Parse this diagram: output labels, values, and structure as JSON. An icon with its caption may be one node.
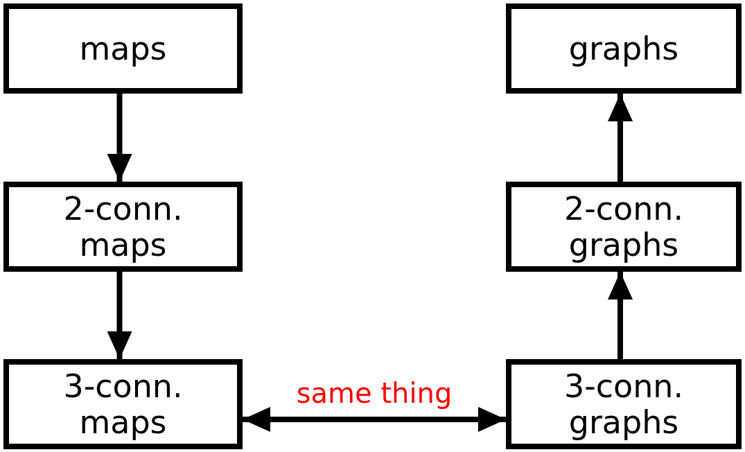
{
  "diagram": {
    "nodes": [
      {
        "text": [
          "maps"
        ]
      },
      {
        "text": [
          "2-conn. maps"
        ]
      },
      {
        "text": [
          "3-conn. maps"
        ]
      },
      {
        "text": [
          "graphs"
        ]
      },
      {
        "text": [
          "2-conn. graphs"
        ]
      },
      {
        "text": [
          "3-conn. graphs"
        ]
      }
    ],
    "edges": [
      {
        "from": 0,
        "to": 1,
        "arrow": "to"
      },
      {
        "from": 1,
        "to": 2,
        "arrow": "to"
      },
      {
        "from": 5,
        "to": 4,
        "arrow": "to"
      },
      {
        "from": 4,
        "to": 3,
        "arrow": "to"
      },
      {
        "from": 2,
        "to": 5,
        "arrow": "both",
        "label": "same thing"
      }
    ]
  }
}
